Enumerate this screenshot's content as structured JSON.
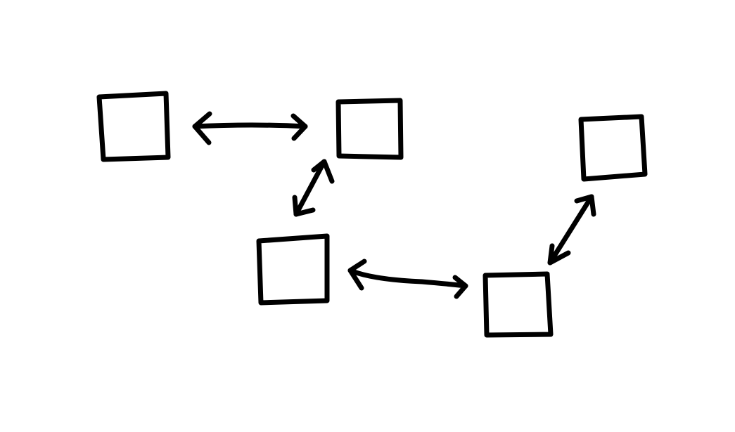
{
  "colors": {
    "background": "#ffffff",
    "ink": "#000000"
  },
  "nodes": [
    {
      "id": "node-1"
    },
    {
      "id": "node-2"
    },
    {
      "id": "node-3"
    },
    {
      "id": "node-4"
    },
    {
      "id": "node-5"
    }
  ],
  "edges": [
    {
      "from": "node-1",
      "to": "node-2",
      "direction": "bidirectional"
    },
    {
      "from": "node-2",
      "to": "node-3",
      "direction": "bidirectional"
    },
    {
      "from": "node-3",
      "to": "node-4",
      "direction": "bidirectional"
    },
    {
      "from": "node-4",
      "to": "node-5",
      "direction": "bidirectional"
    }
  ]
}
